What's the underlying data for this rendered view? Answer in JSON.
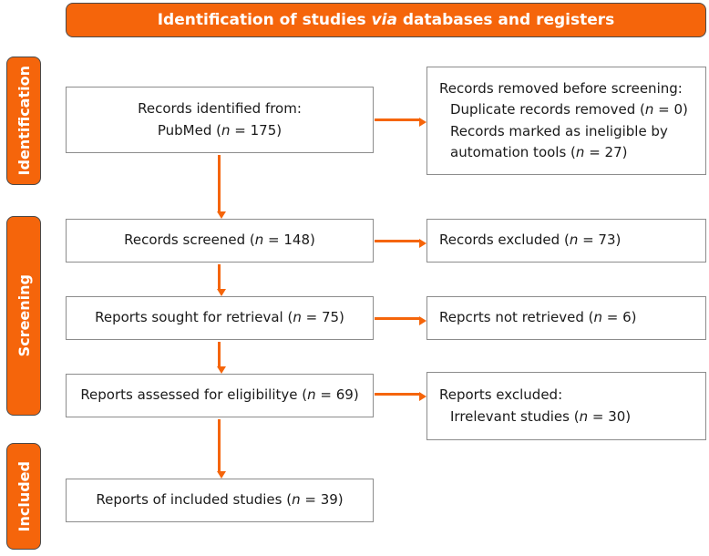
{
  "colors": {
    "accent_orange": "#F5650B",
    "box_border_gray": "#8C8C8C",
    "shape_outline": "#4A4A4A",
    "text": "#1A1A1A",
    "banner_text": "#FFFFFF"
  },
  "banner": {
    "title_segments": [
      {
        "t": "Identification of studies ",
        "i": false
      },
      {
        "t": "via",
        "i": true
      },
      {
        "t": " databases and registers",
        "i": false
      }
    ]
  },
  "stage_labels": [
    {
      "label": "Identification"
    },
    {
      "label": "Screening"
    },
    {
      "label": "Included"
    }
  ],
  "flow_boxes": {
    "records_identified": {
      "lines": [
        {
          "segs": [
            {
              "t": "Records identified from:"
            }
          ]
        },
        {
          "segs": [
            {
              "t": "PubMed ("
            },
            {
              "t": "n",
              "i": true
            },
            {
              "t": " = 175)"
            }
          ]
        }
      ]
    },
    "records_removed": {
      "lines": [
        {
          "segs": [
            {
              "t": "Records removed before screening:"
            }
          ]
        },
        {
          "indent": true,
          "segs": [
            {
              "t": "Duplicate records removed ("
            },
            {
              "t": "n",
              "i": true
            },
            {
              "t": " = 0)"
            }
          ]
        },
        {
          "indent": true,
          "segs": [
            {
              "t": "Records marked as ineligible by"
            }
          ]
        },
        {
          "indent": true,
          "segs": [
            {
              "t": "automation tools ("
            },
            {
              "t": "n",
              "i": true
            },
            {
              "t": " = 27)"
            }
          ]
        }
      ]
    },
    "records_screened": {
      "lines": [
        {
          "segs": [
            {
              "t": "Records screened ("
            },
            {
              "t": "n",
              "i": true
            },
            {
              "t": " = 148)"
            }
          ]
        }
      ]
    },
    "records_excluded": {
      "lines": [
        {
          "segs": [
            {
              "t": "Records excluded ("
            },
            {
              "t": "n",
              "i": true
            },
            {
              "t": " = 73)"
            }
          ]
        }
      ]
    },
    "reports_sought": {
      "lines": [
        {
          "segs": [
            {
              "t": "Reports sought for retrieval ("
            },
            {
              "t": "n",
              "i": true
            },
            {
              "t": " = 75)"
            }
          ]
        }
      ]
    },
    "reports_not_retrieved": {
      "lines": [
        {
          "segs": [
            {
              "t": "Repcrts not retrieved ("
            },
            {
              "t": "n",
              "i": true
            },
            {
              "t": " = 6)"
            }
          ]
        }
      ]
    },
    "reports_assessed": {
      "lines": [
        {
          "segs": [
            {
              "t": "Reports assessed for eligibilitye ("
            },
            {
              "t": "n",
              "i": true
            },
            {
              "t": " = 69)"
            }
          ]
        }
      ]
    },
    "reports_excluded": {
      "lines": [
        {
          "segs": [
            {
              "t": "Reports excluded:"
            }
          ]
        },
        {
          "indent": true,
          "segs": [
            {
              "t": "Irrelevant studies ("
            },
            {
              "t": "n",
              "i": true
            },
            {
              "t": " = 30)"
            }
          ]
        }
      ]
    },
    "reports_included": {
      "lines": [
        {
          "segs": [
            {
              "t": "Reports of included studies ("
            },
            {
              "t": "n",
              "i": true
            },
            {
              "t": " = 39)"
            }
          ]
        }
      ]
    }
  }
}
